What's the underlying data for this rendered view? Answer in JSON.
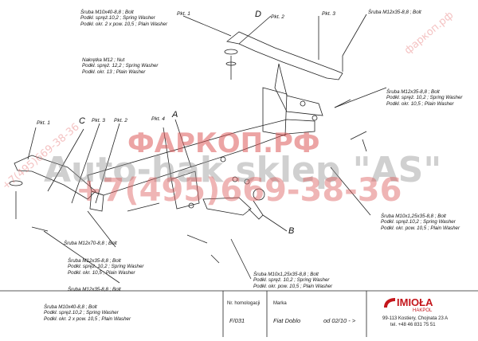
{
  "labels": {
    "top_bolt": [
      "Śruba M10x40-8,8 ; Bolt",
      "Podkł. spręż.10,2 ; Spring Washer",
      "Podkł. okr. 2 x pow. 10,5 ; Plain Washer"
    ],
    "nut": [
      "Nakrętka M12 ; Nut",
      "Podkł. spręż. 12,2 ; Spring Washer",
      "Podkł. okr. 13 ; Plain Washer"
    ],
    "top_right_bolt": "Śruba M12x35-8,8 ; Bolt",
    "right_bolt": [
      "Śruba M12x35-8,8 ; Bolt",
      "Podkł. spręż. 10,2 ; Spring Washer",
      "Podkł. okr. 10,5 ; Plain Washer"
    ],
    "right_low_bolt": [
      "Śruba M10x1,25x35-8,8 ; Bolt",
      "Podkł. spręż.10,2 ; Spring Washer",
      "Podkł. okr. pow. 10,5 ; Plain Washer"
    ],
    "bolt_m12x70": "Śruba M12x70-8,8 ; Bolt",
    "left_bolt": [
      "Śruba M12x35-8,8 ; Bolt",
      "Podkł. spręż. 10,2 ; Spring Washer",
      "Podkł. okr. 10,5 ; Plain Washer"
    ],
    "left_bolt2": "Śruba M12x35-8,8 ; Bolt",
    "bottom_bolt": [
      "Śruba M10x1,25x35-8,8 ; Bolt",
      "Podkł. spręż. 10,2 ; Spring Washer",
      "Podkł. okr. pow. 10,5 ; Plain Washer"
    ],
    "bottom_left_bolt": [
      "Śruba M10x40-8,8 ; Bolt",
      "Podkł. spręż.10,2 ; Spring Washer",
      "Podkł. okr. 2 x pow. 10,5 ; Plain Washer"
    ]
  },
  "points": {
    "pkt1_top": "Pkt. 1",
    "pkt2_top": "Pkt. 2",
    "pkt3_top": "Pkt. 3",
    "d_top": "D",
    "pkt1_left": "Pkt. 1",
    "c_left": "C",
    "pkt3_left": "Pkt. 3",
    "pkt2_left": "Pkt. 2",
    "pkt4": "Pkt. 4",
    "a_label": "A",
    "b_label": "B"
  },
  "watermarks": {
    "farkop": "ФАРКОП.РФ",
    "autohak": "Auto-hak sklep \"AS\"",
    "phone": "+7(495)669-38-36",
    "side_left": "+7(495)669-38-36",
    "side_right": "фаркоп.рф"
  },
  "footer": {
    "approval_label": "Nr. homologacji",
    "approval_value": "F/031",
    "brand_label": "Marka",
    "brand_value": "Fiat Doblo",
    "date_value": "od 02/10 - >",
    "company_name": "IMIOŁA",
    "company_sub": "HAKPOL",
    "address": "99-113 Kostiery, Chojnata 23 A",
    "phone": "tel. +48 46 831 75 51"
  }
}
